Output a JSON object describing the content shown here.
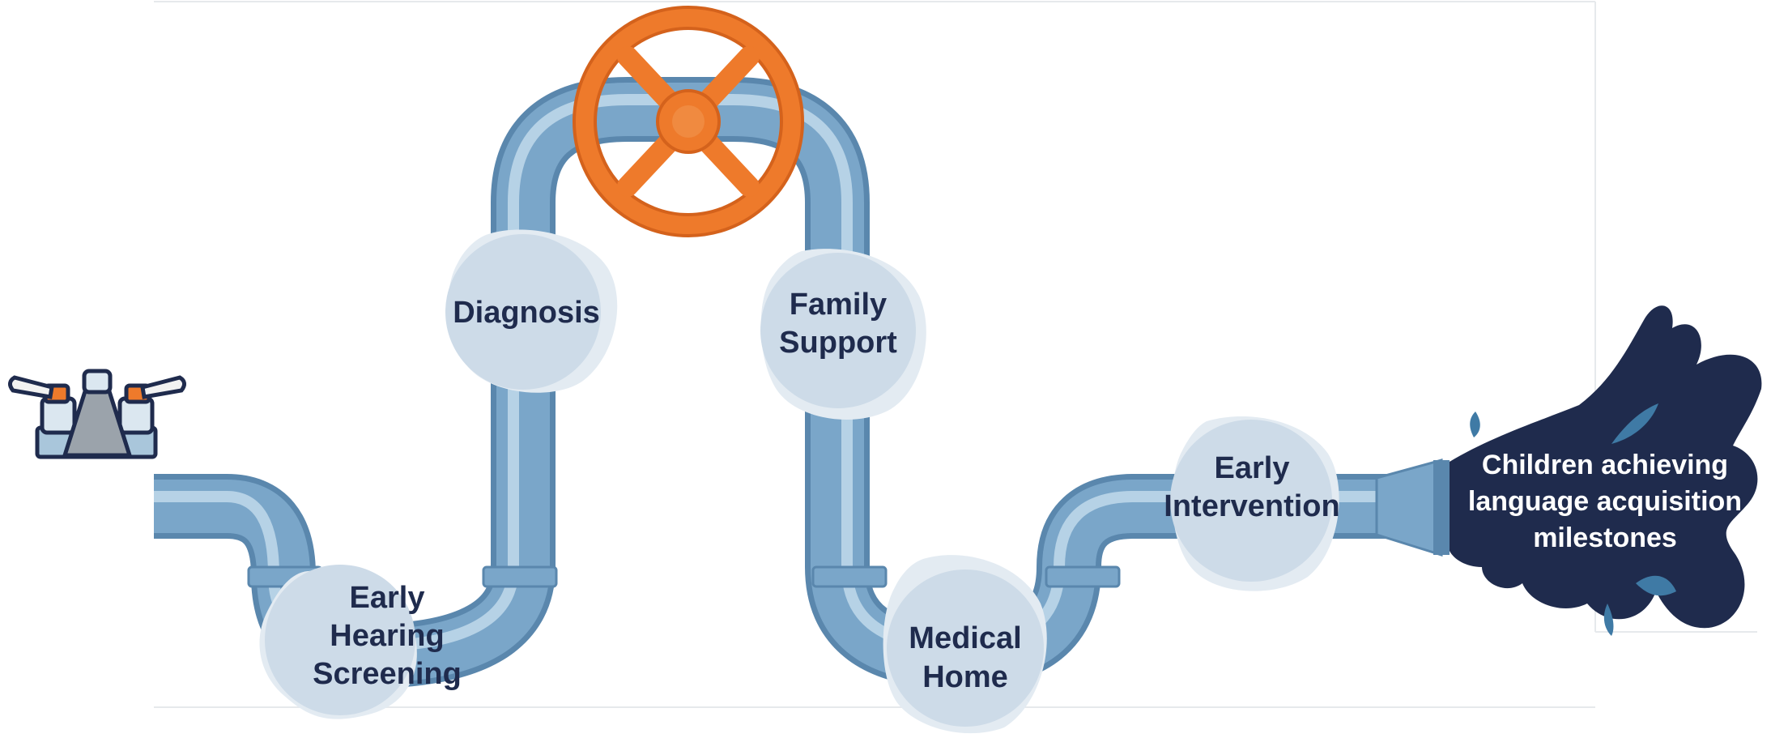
{
  "diagram": {
    "type": "pipeline",
    "steps": [
      {
        "id": "screening",
        "lines": [
          "Early",
          "Hearing",
          "Screening"
        ]
      },
      {
        "id": "diagnosis",
        "lines": [
          "Diagnosis"
        ]
      },
      {
        "id": "family-support",
        "lines": [
          "Family",
          "Support"
        ]
      },
      {
        "id": "medical-home",
        "lines": [
          "Medical",
          "Home"
        ]
      },
      {
        "id": "early-intervention",
        "lines": [
          "Early",
          "Intervention"
        ]
      }
    ],
    "outcome": {
      "lines": [
        "Children achieving",
        "language acquisition",
        "milestones"
      ]
    },
    "icons": {
      "source": "faucet-icon",
      "valve": "valve-wheel-icon",
      "outcome": "water-splash-icon"
    },
    "colors": {
      "pipe": "#7aa6c9",
      "pipe_highlight": "#b6d2e6",
      "pipe_shadow": "#5a87ad",
      "blob": "#cddbe8",
      "valve": "#ee7a2b",
      "splash": "#1f2b4d",
      "text": "#1f2b4d"
    }
  }
}
